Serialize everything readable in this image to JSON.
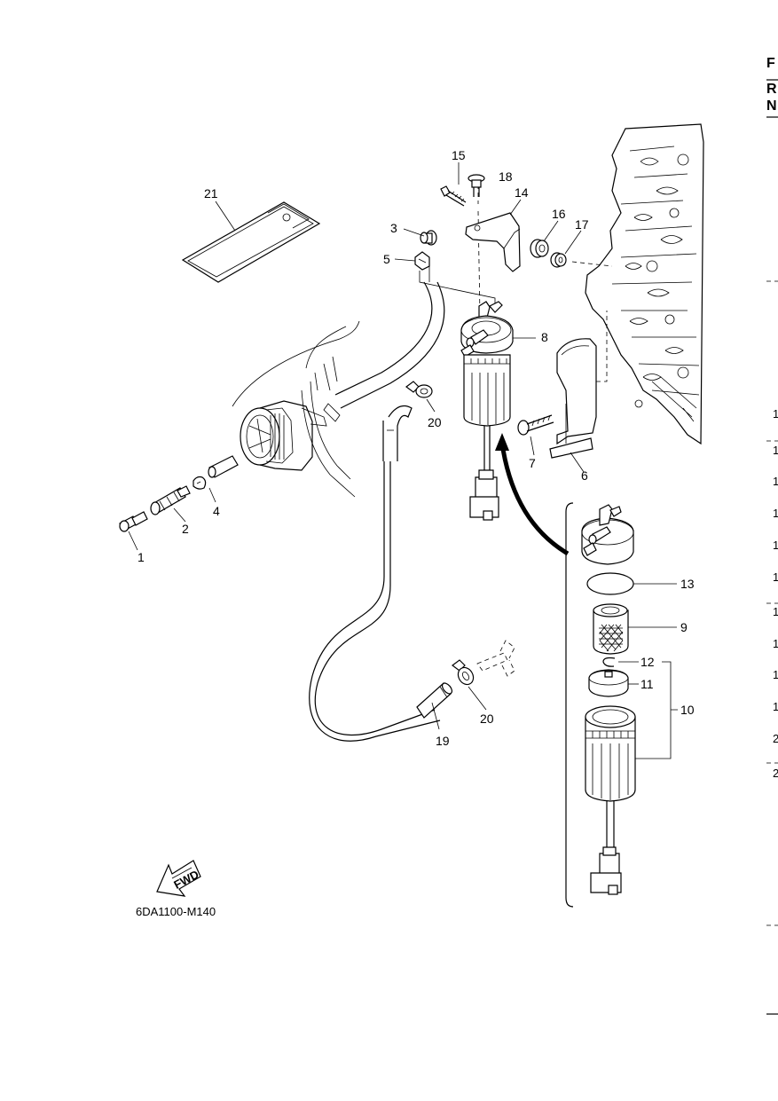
{
  "diagram_code": "6DA1100-M140",
  "fwd_label": "FWD",
  "callouts": {
    "c1": "1",
    "c2": "2",
    "c3": "3",
    "c4": "4",
    "c5": "5",
    "c6": "6",
    "c7": "7",
    "c8": "8",
    "c9": "9",
    "c10": "10",
    "c11": "11",
    "c12": "12",
    "c13": "13",
    "c14": "14",
    "c15": "15",
    "c16": "16",
    "c17": "17",
    "c18": "18",
    "c19": "19",
    "c20a": "20",
    "c20b": "20",
    "c21": "21"
  },
  "right_edge": {
    "header": [
      "F",
      "R",
      "N"
    ],
    "row_fragments": [
      "1",
      "1",
      "1",
      "1",
      "1",
      "1",
      "1",
      "1",
      "1",
      "1",
      "2",
      "2"
    ]
  },
  "colors": {
    "line": "#000000",
    "background": "#ffffff"
  }
}
